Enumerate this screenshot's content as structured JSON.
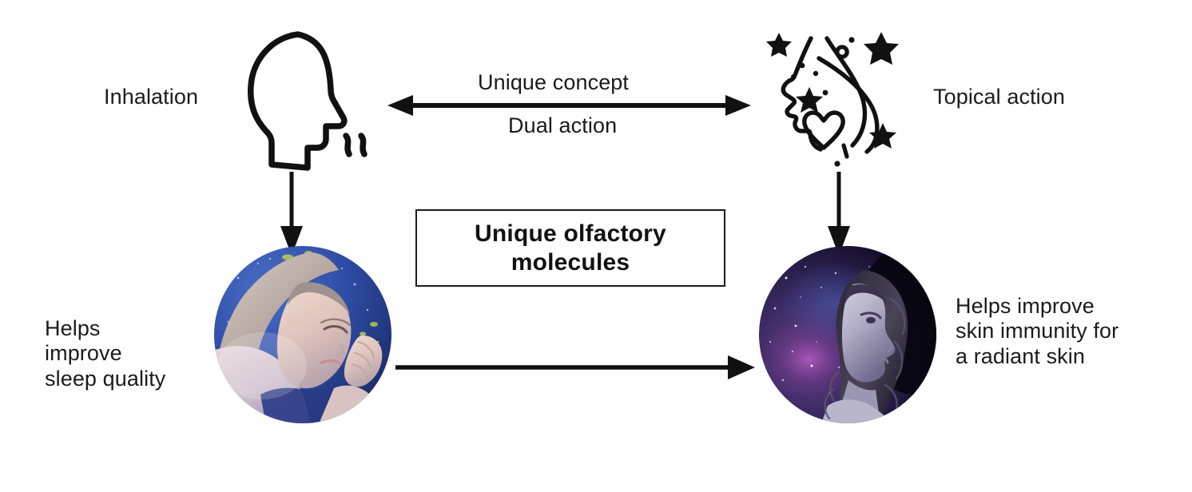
{
  "diagram": {
    "title": "Unique olfactory molecules dual-action diagram",
    "background_color": "#ffffff",
    "line_color": "#1b1b1b"
  },
  "labels": {
    "inhalation": "Inhalation",
    "topical_action": "Topical action",
    "unique_concept": "Unique concept",
    "dual_action": "Dual action",
    "sleep_benefit": "Helps\nimprove\nsleep quality",
    "skin_benefit": "Helps improve\nskin immunity for\na radiant skin"
  },
  "center_box": {
    "text": "Unique olfactory\nmolecules",
    "border_color": "#1b1b1b",
    "fill_color": "#ffffff"
  },
  "icons": {
    "head": "head-inhaling-icon",
    "face": "face-with-stars-and-heart-icon"
  },
  "arrows": {
    "top_bidirectional": "double-headed-horizontal-arrow",
    "left_down": "down-arrow",
    "right_down": "down-arrow",
    "bottom_right": "right-arrow"
  },
  "photos": {
    "sleep": {
      "alt": "Woman sleeping peacefully on blue starry pillow",
      "palette": [
        "#2f4ea8",
        "#5a74c4",
        "#c9bdd4",
        "#e4cdc6",
        "#1c2a5e"
      ]
    },
    "skin": {
      "alt": "Woman profile merged with purple galaxy nebula",
      "palette": [
        "#1a1330",
        "#3a2a63",
        "#7b4a8e",
        "#b7b3cc",
        "#080611"
      ]
    }
  }
}
